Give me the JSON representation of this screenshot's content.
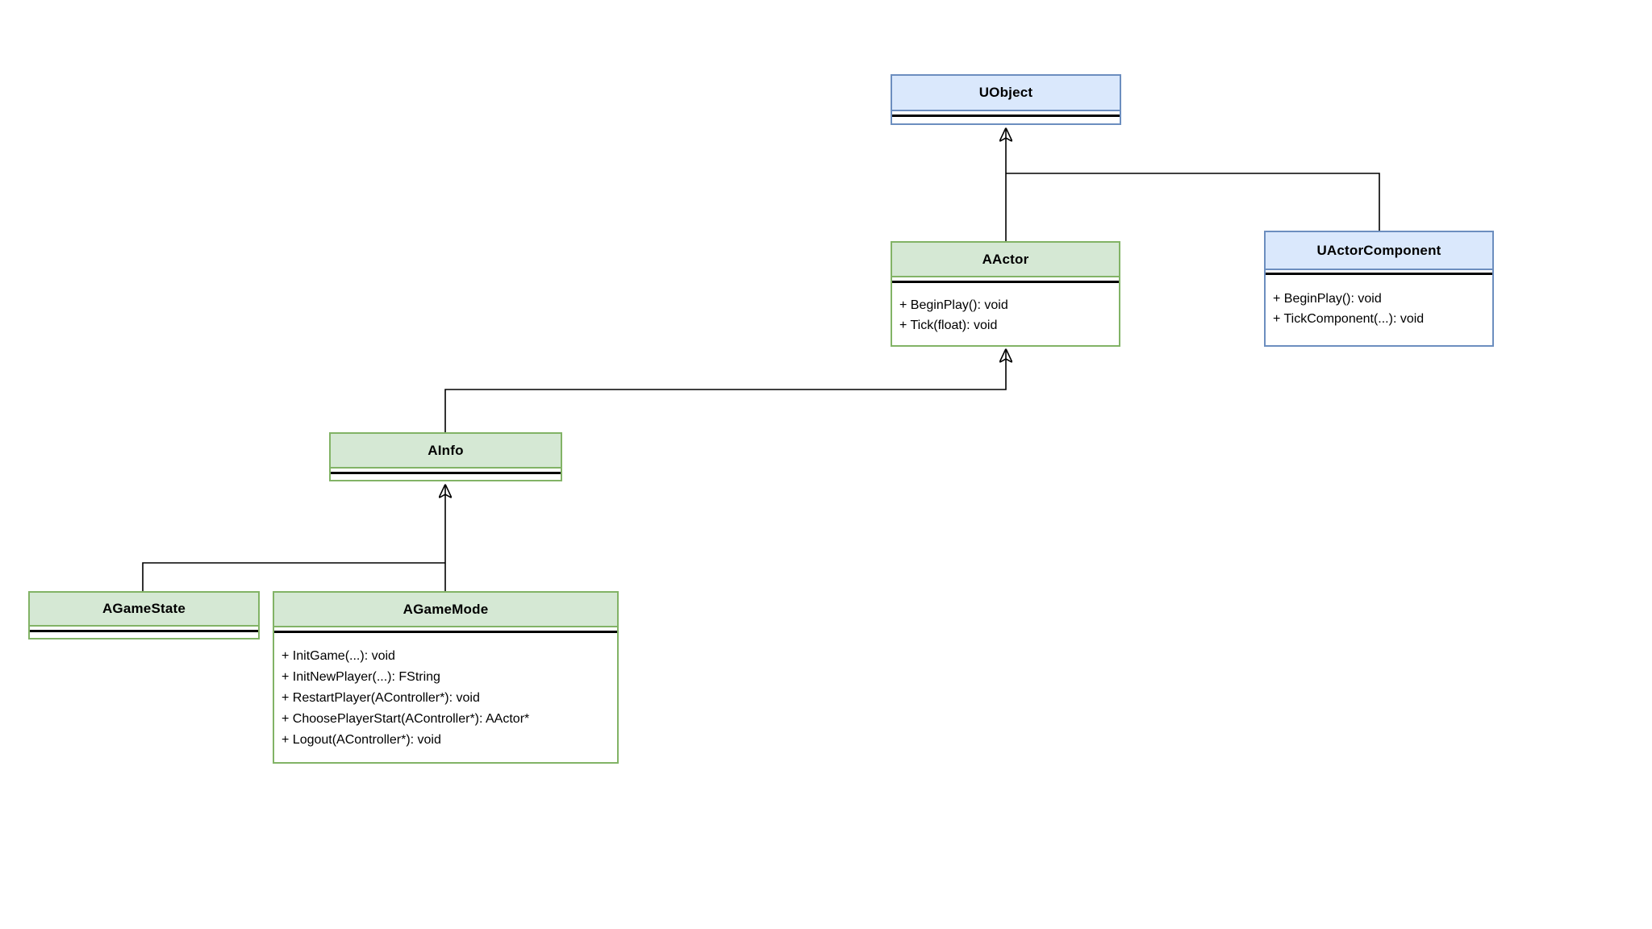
{
  "diagram": {
    "kind": "uml-class-diagram",
    "subject": "Unreal Engine core gameplay class hierarchy",
    "classes": {
      "uobject": {
        "name": "UObject",
        "color": "blue",
        "methods": []
      },
      "aactor": {
        "name": "AActor",
        "color": "green",
        "methods": [
          "+ BeginPlay(): void",
          "+ Tick(float): void"
        ]
      },
      "uactorcomponent": {
        "name": "UActorComponent",
        "color": "blue",
        "methods": [
          "+ BeginPlay(): void",
          "+ TickComponent(...): void"
        ]
      },
      "ainfo": {
        "name": "AInfo",
        "color": "green",
        "methods": []
      },
      "agamestate": {
        "name": "AGameState",
        "color": "green",
        "methods": []
      },
      "agamemode": {
        "name": "AGameMode",
        "color": "green",
        "methods": [
          "+ InitGame(...): void",
          "+ InitNewPlayer(...): FString",
          "+ RestartPlayer(AController*): void",
          "+ ChoosePlayerStart(AController*): AActor*",
          "+ Logout(AController*): void"
        ]
      }
    },
    "relationships": [
      {
        "from": "AActor",
        "to": "UObject",
        "type": "inheritance"
      },
      {
        "from": "UActorComponent",
        "to": "UObject",
        "type": "inheritance"
      },
      {
        "from": "AInfo",
        "to": "AActor",
        "type": "inheritance"
      },
      {
        "from": "AGameState",
        "to": "AInfo",
        "type": "inheritance"
      },
      {
        "from": "AGameMode",
        "to": "AInfo",
        "type": "inheritance"
      }
    ],
    "colors": {
      "green_fill": "#d5e8d4",
      "green_border": "#82b366",
      "blue_fill": "#dae8fc",
      "blue_border": "#6c8ebf",
      "edge": "#000000",
      "text": "#000000",
      "background": "#ffffff"
    }
  }
}
